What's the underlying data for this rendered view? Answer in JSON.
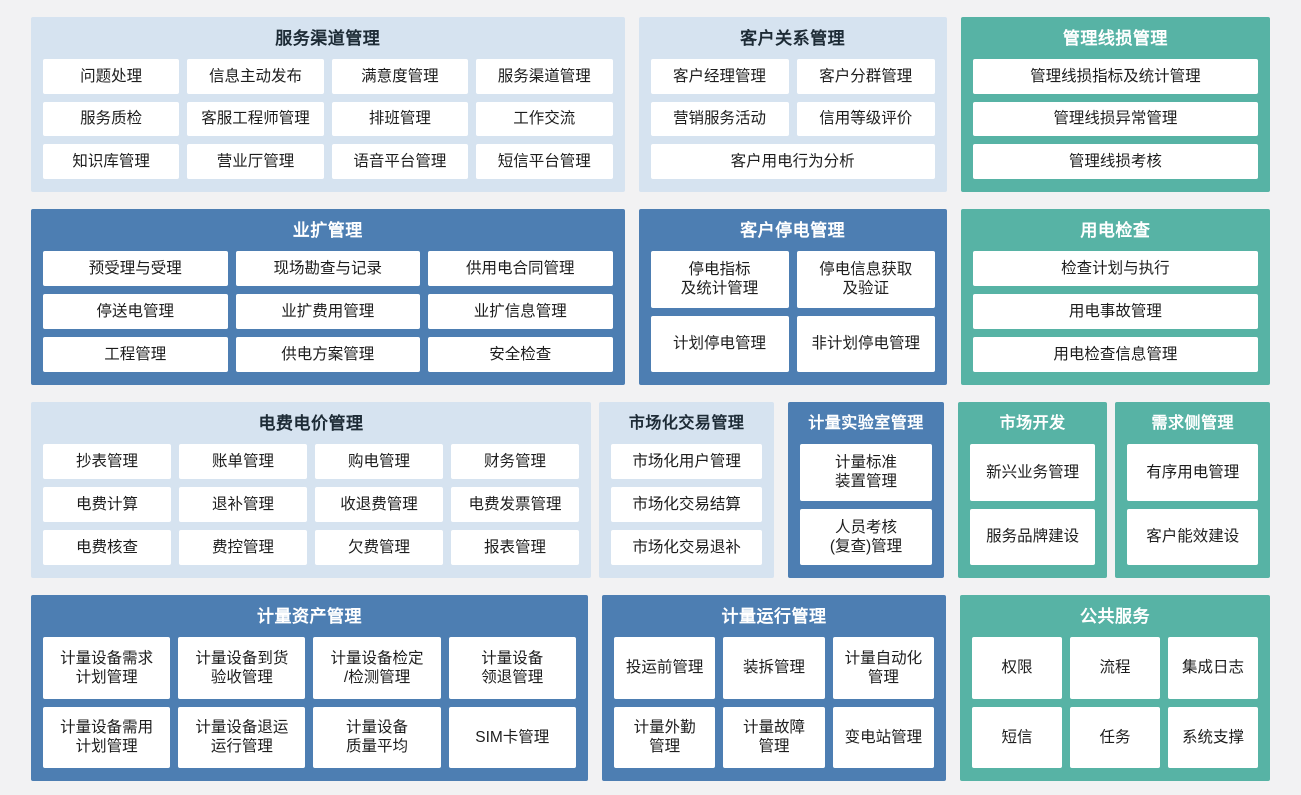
{
  "theme": {
    "background": "#f2f2f3",
    "light_blue": "#d6e3f0",
    "blue": "#4d7eb2",
    "teal": "#57b3a5",
    "cell_background": "#ffffff",
    "dark_text": "#1d1d1d",
    "light_text": "#ffffff"
  },
  "rows": [
    {
      "id": "row-1",
      "panels": [
        {
          "id": "service-channel-management",
          "title": "服务渠道管理",
          "style": "lightblue",
          "cells": [
            {
              "label": "问题处理"
            },
            {
              "label": "信息主动发布"
            },
            {
              "label": "满意度管理"
            },
            {
              "label": "服务渠道管理"
            },
            {
              "label": "服务质检"
            },
            {
              "label": "客服工程师管理"
            },
            {
              "label": "排班管理"
            },
            {
              "label": "工作交流"
            },
            {
              "label": "知识库管理"
            },
            {
              "label": "营业厅管理"
            },
            {
              "label": "语音平台管理"
            },
            {
              "label": "短信平台管理"
            }
          ]
        },
        {
          "id": "customer-relationship-management",
          "title": "客户关系管理",
          "style": "lightblue",
          "cells": [
            {
              "label": "客户经理管理"
            },
            {
              "label": "客户分群管理"
            },
            {
              "label": "营销服务活动"
            },
            {
              "label": "信用等级评价"
            },
            {
              "label": "客户用电行为分析",
              "span": 2
            }
          ]
        },
        {
          "id": "management-line-loss-management",
          "title": "管理线损管理",
          "style": "teal",
          "cells": [
            {
              "label": "管理线损指标及统计管理"
            },
            {
              "label": "管理线损异常管理"
            },
            {
              "label": "管理线损考核"
            }
          ]
        }
      ]
    },
    {
      "id": "row-2",
      "panels": [
        {
          "id": "business-expansion-management",
          "title": "业扩管理",
          "style": "blue",
          "cells": [
            {
              "label": "预受理与受理"
            },
            {
              "label": "现场勘查与记录"
            },
            {
              "label": "供用电合同管理"
            },
            {
              "label": "停送电管理"
            },
            {
              "label": "业扩费用管理"
            },
            {
              "label": "业扩信息管理"
            },
            {
              "label": "工程管理"
            },
            {
              "label": "供电方案管理"
            },
            {
              "label": "安全检查"
            }
          ]
        },
        {
          "id": "customer-outage-management",
          "title": "客户停电管理",
          "style": "blue",
          "cells": [
            {
              "label": "停电指标\n及统计管理"
            },
            {
              "label": "停电信息获取\n及验证"
            },
            {
              "label": "计划停电管理"
            },
            {
              "label": "非计划停电管理"
            }
          ]
        },
        {
          "id": "power-consumption-inspection",
          "title": "用电检查",
          "style": "teal",
          "cells": [
            {
              "label": "检查计划与执行"
            },
            {
              "label": "用电事故管理"
            },
            {
              "label": "用电检查信息管理"
            }
          ]
        }
      ]
    },
    {
      "id": "row-3",
      "panels": [
        {
          "id": "electricity-fee-price-management",
          "title": "电费电价管理",
          "style": "lightblue",
          "cells": [
            {
              "label": "抄表管理"
            },
            {
              "label": "账单管理"
            },
            {
              "label": "购电管理"
            },
            {
              "label": "财务管理"
            },
            {
              "label": "电费计算"
            },
            {
              "label": "退补管理"
            },
            {
              "label": "收退费管理"
            },
            {
              "label": "电费发票管理"
            },
            {
              "label": "电费核查"
            },
            {
              "label": "费控管理"
            },
            {
              "label": "欠费管理"
            },
            {
              "label": "报表管理"
            }
          ]
        },
        {
          "id": "market-trading-management",
          "title": "市场化交易管理",
          "style": "lightblue",
          "cells": [
            {
              "label": "市场化用户管理"
            },
            {
              "label": "市场化交易结算"
            },
            {
              "label": "市场化交易退补"
            }
          ]
        },
        {
          "id": "metering-laboratory-management",
          "title": "计量实验室管理",
          "style": "blue",
          "cells": [
            {
              "label": "计量标准\n装置管理"
            },
            {
              "label": "人员考核\n(复查)管理"
            }
          ]
        },
        {
          "id": "market-development",
          "title": "市场开发",
          "style": "teal",
          "cells": [
            {
              "label": "新兴业务管理"
            },
            {
              "label": "服务品牌建设"
            }
          ]
        },
        {
          "id": "demand-side-management",
          "title": "需求侧管理",
          "style": "teal",
          "cells": [
            {
              "label": "有序用电管理"
            },
            {
              "label": "客户能效建设"
            }
          ]
        }
      ]
    },
    {
      "id": "row-4",
      "panels": [
        {
          "id": "metering-asset-management",
          "title": "计量资产管理",
          "style": "blue",
          "cells": [
            {
              "label": "计量设备需求\n计划管理"
            },
            {
              "label": "计量设备到货\n验收管理"
            },
            {
              "label": "计量设备检定\n/检测管理"
            },
            {
              "label": "计量设备\n领退管理"
            },
            {
              "label": "计量设备需用\n计划管理"
            },
            {
              "label": "计量设备退运\n运行管理"
            },
            {
              "label": "计量设备\n质量平均"
            },
            {
              "label": "SIM卡管理"
            }
          ]
        },
        {
          "id": "metering-operation-management",
          "title": "计量运行管理",
          "style": "blue",
          "cells": [
            {
              "label": "投运前管理"
            },
            {
              "label": "装拆管理"
            },
            {
              "label": "计量自动化\n管理"
            },
            {
              "label": "计量外勤\n管理"
            },
            {
              "label": "计量故障\n管理"
            },
            {
              "label": "变电站管理"
            }
          ]
        },
        {
          "id": "public-service",
          "title": "公共服务",
          "style": "teal",
          "cells": [
            {
              "label": "权限"
            },
            {
              "label": "流程"
            },
            {
              "label": "集成日志"
            },
            {
              "label": "短信"
            },
            {
              "label": "任务"
            },
            {
              "label": "系统支撑"
            }
          ]
        }
      ]
    }
  ]
}
